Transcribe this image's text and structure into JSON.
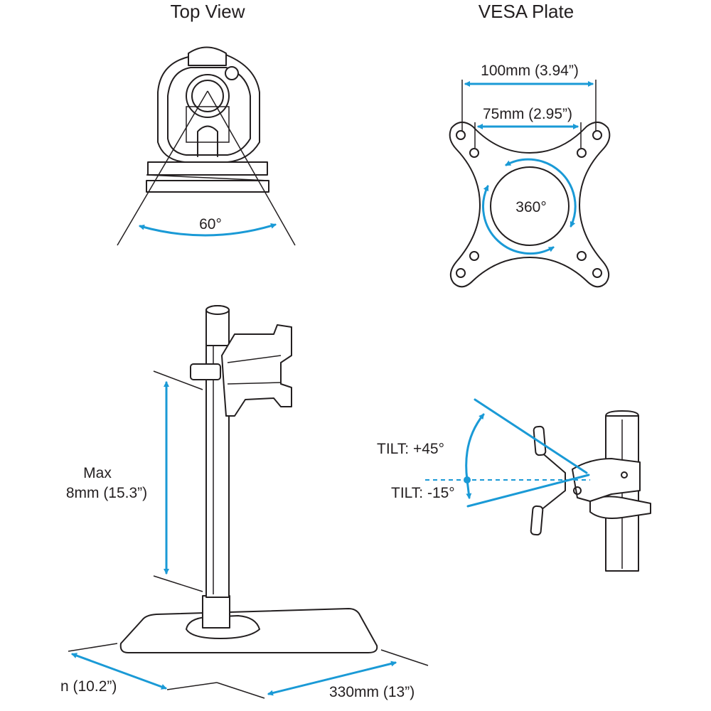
{
  "top_view": {
    "title": "Top View",
    "swivel_label": "60°"
  },
  "vesa_plate": {
    "title": "VESA Plate",
    "outer_label": "100mm (3.94”)",
    "inner_label": "75mm (2.95”)",
    "rotation_label": "360°"
  },
  "stand": {
    "height_label_line1": "Max",
    "height_label_line2": "8mm (15.3”)",
    "depth_label": "n (10.2”)",
    "width_label": "330mm (13”)"
  },
  "tilt": {
    "up_label": "TILT: +45°",
    "down_label": "TILT: -15°"
  },
  "colors": {
    "accent": "#1a9ad6",
    "line": "#231f20"
  }
}
